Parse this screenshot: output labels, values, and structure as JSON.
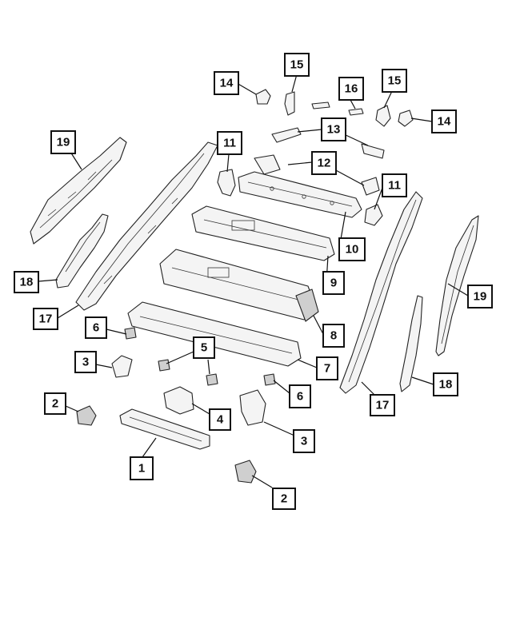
{
  "diagram": {
    "callouts": [
      {
        "id": "c1",
        "label": "1"
      },
      {
        "id": "c2a",
        "label": "2"
      },
      {
        "id": "c2b",
        "label": "2"
      },
      {
        "id": "c3a",
        "label": "3"
      },
      {
        "id": "c3b",
        "label": "3"
      },
      {
        "id": "c4",
        "label": "4"
      },
      {
        "id": "c5",
        "label": "5"
      },
      {
        "id": "c6a",
        "label": "6"
      },
      {
        "id": "c6b",
        "label": "6"
      },
      {
        "id": "c7",
        "label": "7"
      },
      {
        "id": "c8",
        "label": "8"
      },
      {
        "id": "c9",
        "label": "9"
      },
      {
        "id": "c10",
        "label": "10"
      },
      {
        "id": "c11a",
        "label": "11"
      },
      {
        "id": "c11b",
        "label": "11"
      },
      {
        "id": "c12",
        "label": "12"
      },
      {
        "id": "c13",
        "label": "13"
      },
      {
        "id": "c14a",
        "label": "14"
      },
      {
        "id": "c14b",
        "label": "14"
      },
      {
        "id": "c15a",
        "label": "15"
      },
      {
        "id": "c15b",
        "label": "15"
      },
      {
        "id": "c16",
        "label": "16"
      },
      {
        "id": "c17a",
        "label": "17"
      },
      {
        "id": "c17b",
        "label": "17"
      },
      {
        "id": "c18a",
        "label": "18"
      },
      {
        "id": "c18b",
        "label": "18"
      },
      {
        "id": "c19a",
        "label": "19"
      },
      {
        "id": "c19b",
        "label": "19"
      }
    ]
  }
}
